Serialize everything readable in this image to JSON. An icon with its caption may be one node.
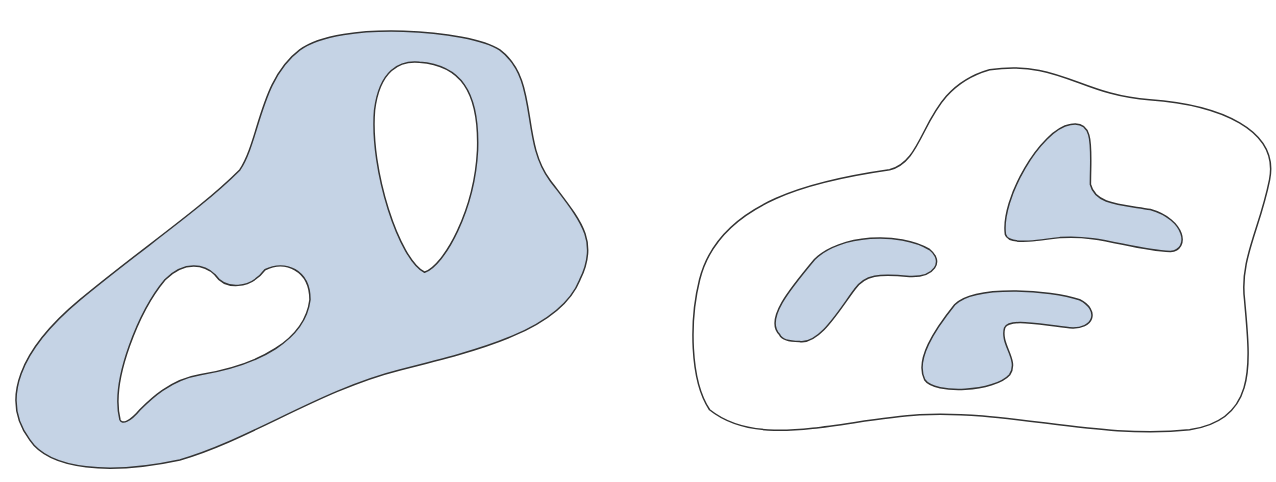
{
  "diagram": {
    "nodes": [
      {
        "text": [],
        "shape": "blob"
      },
      {
        "text": [],
        "shape": "blob",
        "in": 0
      },
      {
        "text": [],
        "shape": "blob",
        "in": 0
      },
      {
        "text": [],
        "shape": "blob"
      },
      {
        "text": [],
        "shape": "blob",
        "in": 3
      },
      {
        "text": [],
        "shape": "blob",
        "in": 3
      },
      {
        "text": [],
        "shape": "blob",
        "in": 3
      }
    ]
  }
}
